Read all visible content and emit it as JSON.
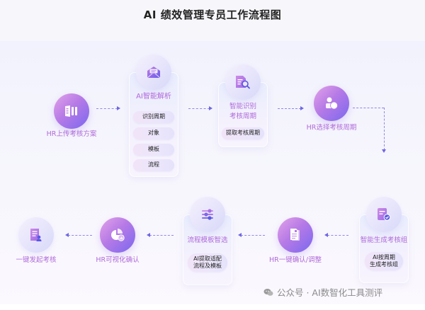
{
  "title": "AI 绩效管理专员工作流程图",
  "colors": {
    "accent_label": "#b06ad9",
    "gradient_start": "#e3a3e8",
    "gradient_end": "#7a68ef",
    "arrow": "#8f86e8"
  },
  "row1": {
    "upload": {
      "label": "HR上传考核方案",
      "icon": "document-columns-icon"
    },
    "ai_parse": {
      "label": "AI智能解析",
      "icon": "envelope-open-icon",
      "items": [
        "识别周期",
        "对象",
        "模板",
        "流程"
      ]
    },
    "smart_recognize": {
      "label_line1": "智能识别",
      "label_line2": "考核周期",
      "icon": "document-search-icon",
      "items": [
        "提取考核周期"
      ]
    },
    "select_cycle": {
      "label": "HR选择考核周期",
      "icon": "user-group-icon"
    }
  },
  "row2": {
    "generate_group": {
      "label": "智能生成考核组",
      "icon": "clipboard-check-icon",
      "pill_line1": "AI按周期",
      "pill_line2": "生成考核组"
    },
    "confirm_adjust": {
      "label": "HR一键确认/调整",
      "icon": "document-stack-icon"
    },
    "template_select": {
      "label": "流程模板智选",
      "icon": "sliders-icon",
      "pill_line1": "AI提取适配",
      "pill_line2": "流程及模板"
    },
    "visual_confirm": {
      "label": "HR可视化确认",
      "icon": "pie-chart-icon"
    },
    "launch": {
      "label": "一键发起考核",
      "icon": "form-user-icon"
    }
  },
  "watermark": {
    "icon": "wechat-icon",
    "text": "公众号 · AI数智化工具测评"
  }
}
